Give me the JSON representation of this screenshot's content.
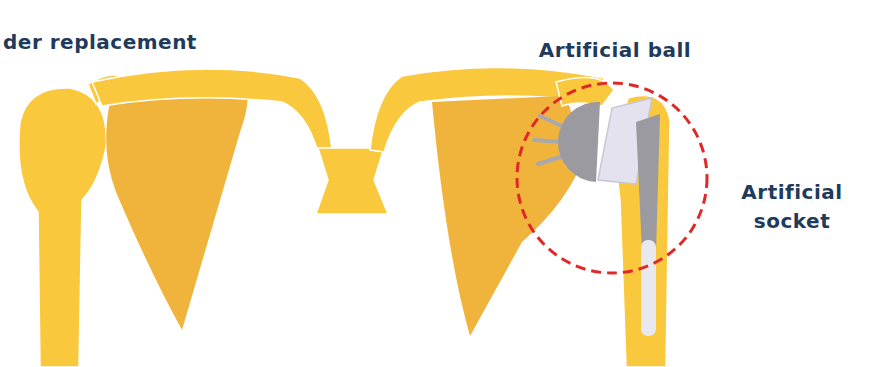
{
  "diagram": {
    "title": "der replacement",
    "labels": [
      "Artificial ball",
      "Artificial socket"
    ]
  }
}
